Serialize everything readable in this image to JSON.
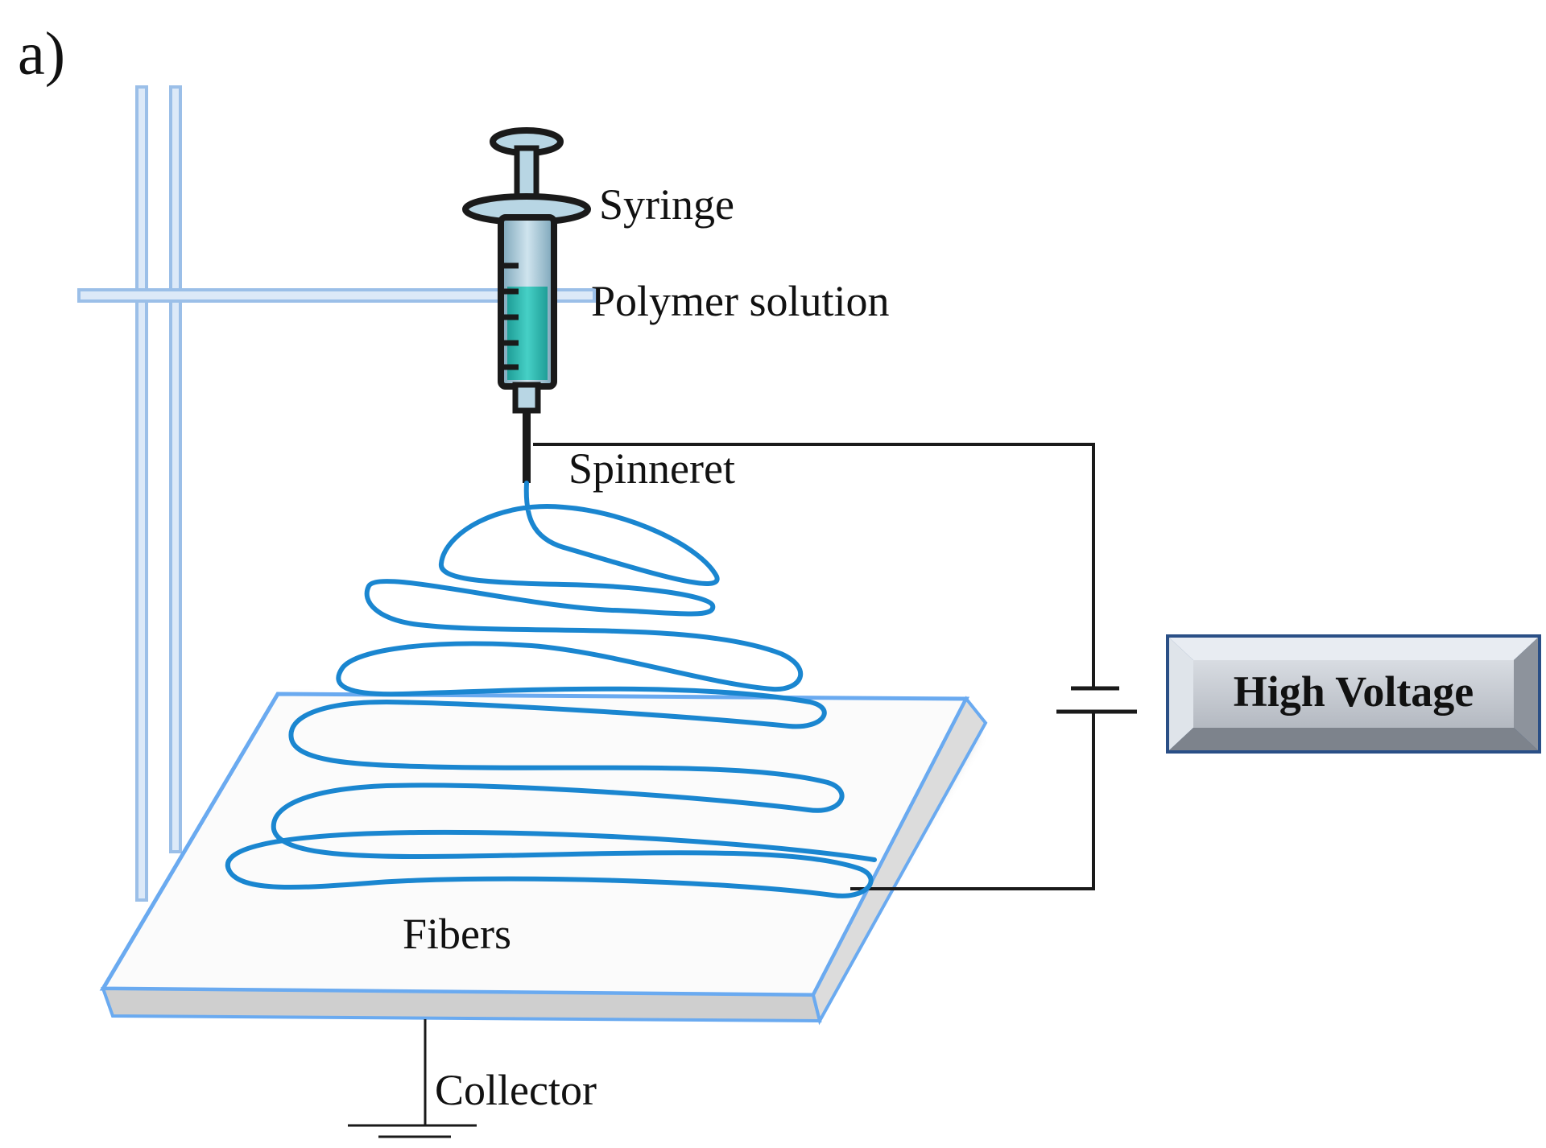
{
  "panel_label": "a)",
  "labels": {
    "syringe": "Syringe",
    "polymer_solution": "Polymer solution",
    "spinneret": "Spinneret",
    "fibers": "Fibers",
    "collector": "Collector",
    "high_voltage": "High Voltage"
  },
  "colors": {
    "stand": "#9bbfe8",
    "stand_light": "#dce9f8",
    "fiber": "#1a86d0",
    "solution": "#2bb8b0",
    "syringe_body": "#a8c8d8",
    "wire": "#1a1a1a",
    "hv_fill": "#c8ccd2",
    "hv_border": "#2a4f86",
    "collector_edge": "#6aaaf0",
    "collector_shadow": "#b8b8b8"
  }
}
